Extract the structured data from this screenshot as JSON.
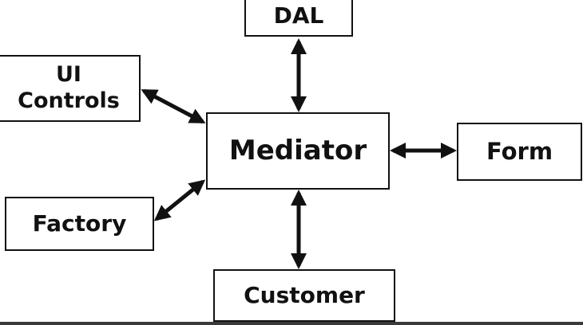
{
  "nodes": {
    "dal": "DAL",
    "ui_controls": [
      "UI",
      "Controls"
    ],
    "mediator": "Mediator",
    "form": "Form",
    "factory": "Factory",
    "customer": "Customer"
  },
  "connectors": [
    "dal <-> mediator",
    "ui_controls <-> mediator",
    "factory <-> mediator",
    "form <-> mediator",
    "customer <-> mediator"
  ]
}
